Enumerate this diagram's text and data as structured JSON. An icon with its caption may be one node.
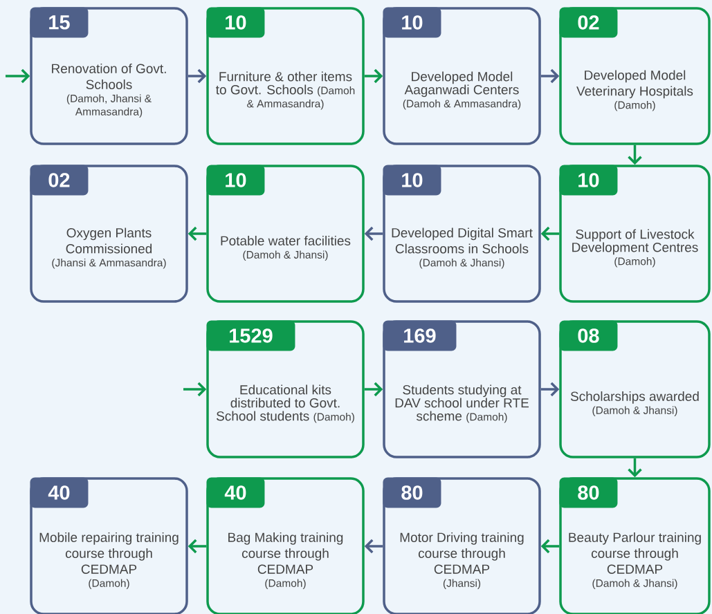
{
  "diagram": {
    "nodes": [
      {
        "text": [
          "15",
          "Renovation of Govt. Schools",
          "(Damoh, Jhansi & Ammasandra)"
        ]
      },
      {
        "text": [
          "10",
          "Furniture & other items to Govt. Schools",
          "(Damoh & Ammasandra)"
        ]
      },
      {
        "text": [
          "10",
          "Developed Model Aaganwadi Centers",
          "(Damoh & Ammasandra)"
        ]
      },
      {
        "text": [
          "02",
          "Developed Model Veterinary Hospitals",
          "(Damoh)"
        ]
      },
      {
        "text": [
          "10",
          "Support of Livestock Development Centres",
          "(Damoh)"
        ]
      },
      {
        "text": [
          "10",
          "Developed Digital Smart Classrooms in Schools",
          "(Damoh & Jhansi)"
        ]
      },
      {
        "text": [
          "10",
          "Potable water facilities",
          "(Damoh & Jhansi)"
        ]
      },
      {
        "text": [
          "02",
          "Oxygen Plants Commissioned",
          "(Jhansi & Ammasandra)"
        ]
      },
      {
        "text": [
          "1529",
          "Educational kits distributed to Govt. School students",
          "(Damoh)"
        ]
      },
      {
        "text": [
          "169",
          "Students studying at DAV school under RTE scheme",
          "(Damoh)"
        ]
      },
      {
        "text": [
          "08",
          "Scholarships awarded",
          "(Damoh & Jhansi)"
        ]
      },
      {
        "text": [
          "80",
          "Beauty Parlour training course through CEDMAP",
          "(Damoh & Jhansi)"
        ]
      },
      {
        "text": [
          "80",
          "Motor Driving training course through CEDMAP",
          "(Jhansi)"
        ]
      },
      {
        "text": [
          "40",
          "Bag Making training course through CEDMAP",
          "(Damoh)"
        ]
      },
      {
        "text": [
          "40",
          "Mobile repairing training course through CEDMAP",
          "(Damoh)"
        ]
      }
    ],
    "edges": [
      {
        "from": null,
        "to": 0,
        "arrow": "to"
      },
      {
        "from": 0,
        "to": 1,
        "arrow": "to",
        "color": "#4f6089"
      },
      {
        "from": 1,
        "to": 2,
        "arrow": "to"
      },
      {
        "from": 2,
        "to": 3,
        "arrow": "to",
        "color": "#4f6089"
      },
      {
        "from": 3,
        "to": 4,
        "arrow": "to"
      },
      {
        "from": 4,
        "to": 5,
        "arrow": "to"
      },
      {
        "from": 5,
        "to": 6,
        "arrow": "to",
        "color": "#4f6089"
      },
      {
        "from": 6,
        "to": 7,
        "arrow": "to"
      },
      {
        "from": null,
        "to": 8,
        "arrow": "to"
      },
      {
        "from": 8,
        "to": 9,
        "arrow": "to"
      },
      {
        "from": 9,
        "to": 10,
        "arrow": "to",
        "color": "#4f6089"
      },
      {
        "from": 10,
        "to": 11,
        "arrow": "to"
      },
      {
        "from": 11,
        "to": 12,
        "arrow": "to"
      },
      {
        "from": 12,
        "to": 13,
        "arrow": "to",
        "color": "#4f6089"
      },
      {
        "from": 13,
        "to": 14,
        "arrow": "to"
      }
    ]
  }
}
